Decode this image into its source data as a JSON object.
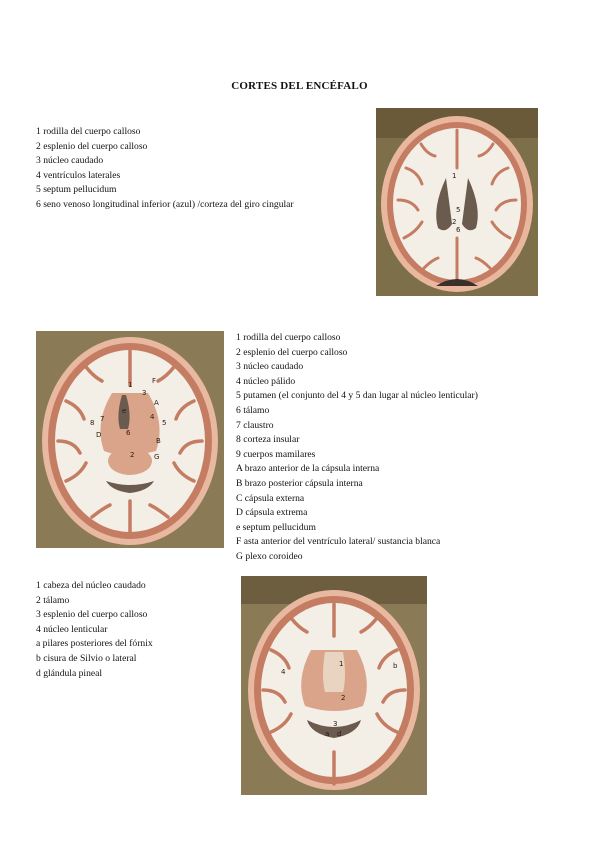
{
  "page": {
    "title": "CORTES DEL ENCÉFALO"
  },
  "section1": {
    "items": [
      "1 rodilla del cuerpo calloso",
      "2 esplenio del cuerpo calloso",
      "3 núcleo caudado",
      "4 ventrículos laterales",
      "5 septum pellucidum",
      "6 seno venoso longitudinal inferior (azul) /corteza del giro cingular"
    ],
    "photo_labels": [
      "1",
      "2",
      "5",
      "6"
    ]
  },
  "section2": {
    "items": [
      "1 rodilla del cuerpo calloso",
      "2 esplenio del cuerpo calloso",
      "3 núcleo caudado",
      "4 núcleo pálido",
      "5 putamen (el conjunto del 4 y 5 dan lugar al núcleo lenticular)",
      "6 tálamo",
      "7 claustro",
      "8 corteza insular",
      "9 cuerpos mamilares",
      "A brazo anterior de la cápsula interna",
      "B brazo posterior cápsula interna",
      "C cápsula externa",
      "D cápsula extrema",
      "e septum pellucidum",
      "F asta anterior del ventrículo lateral/ sustancia blanca",
      "G plexo coroideo"
    ],
    "photo_labels": [
      "1",
      "F",
      "3",
      "A",
      "4",
      "5",
      "7",
      "8",
      "D",
      "6",
      "B",
      "2",
      "G",
      "e"
    ]
  },
  "section3": {
    "items": [
      "1 cabeza del núcleo caudado",
      "2 tálamo",
      "3 esplenio del cuerpo calloso",
      "4 núcleo lenticular",
      "a pilares posteriores del fórnix",
      "b cisura de Silvio o lateral",
      "d glándula pineal"
    ],
    "photo_labels": [
      "1",
      "4",
      "2",
      "3",
      "a",
      "b",
      "d"
    ]
  },
  "colors": {
    "white_matter": "#f4efe6",
    "cortex": "#c9826a",
    "rim": "#e8b9a0",
    "ventricle": "#6b5a4e",
    "background_photo": "#8a7a55",
    "deep_nuclei": "#d9a48a"
  },
  "icons": [
    "brain-section-photo-1",
    "brain-section-photo-2",
    "brain-section-photo-3"
  ]
}
